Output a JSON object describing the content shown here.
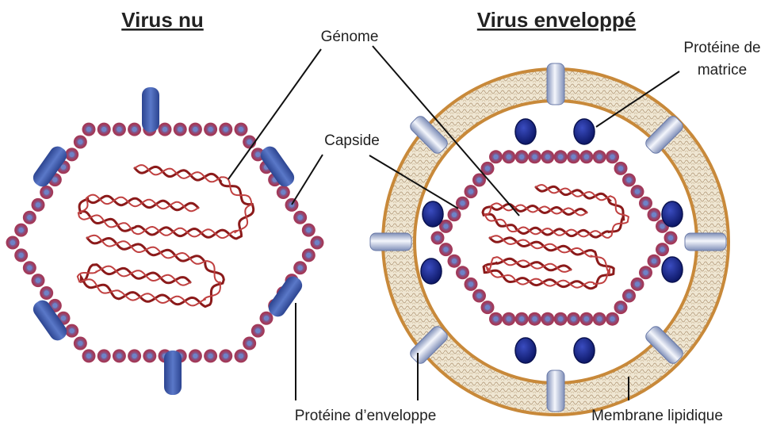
{
  "titles": {
    "naked": "Virus nu",
    "enveloped": "Virus enveloppé"
  },
  "labels": {
    "genome": "Génome",
    "capsid": "Capside",
    "matrix_line1": "Protéine de",
    "matrix_line2": "matrice",
    "envelope_protein": "Protéine d’enveloppe",
    "lipid_membrane": "Membrane lipidique"
  },
  "colors": {
    "capsomer_outer": "#8a5a88",
    "capsomer_inner": "#5b6fb0",
    "capsomer_ring": "#a23a3a",
    "genome": "#a02020",
    "spike_naked": "#3a55a8",
    "spike_env": "#b8c4e0",
    "matrix_protein": "#1a2a8a",
    "membrane_edge": "#c8893a",
    "membrane_fill": "#e9dcc4"
  }
}
